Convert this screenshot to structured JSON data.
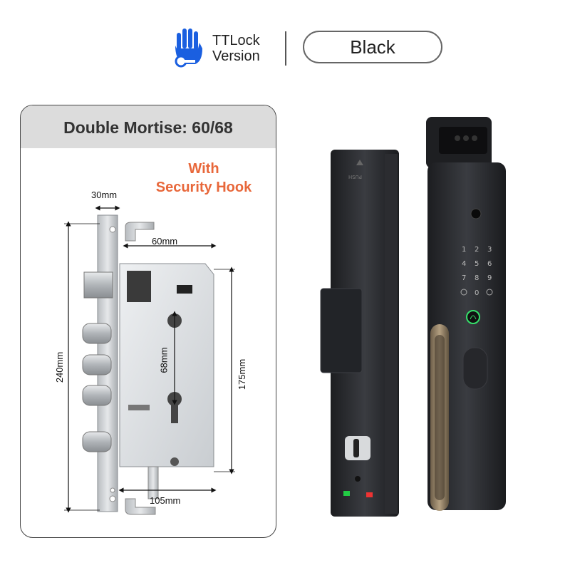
{
  "header": {
    "brand_line1": "TTLock",
    "brand_line2": "Version",
    "color_option": "Black",
    "accent_color": "#1a5fe0"
  },
  "spec_card": {
    "title": "Double Mortise: 60/68",
    "feature_line1": "With",
    "feature_line2": "Security Hook",
    "feature_color": "#e8673a"
  },
  "dimensions": {
    "faceplate_width": "30mm",
    "backset": "60mm",
    "center_distance": "68mm",
    "total_height": "240mm",
    "case_height": "175mm",
    "case_width": "105mm"
  },
  "product": {
    "push_label": "PUSH",
    "keypad_keys": [
      "1",
      "2",
      "3",
      "4",
      "5",
      "6",
      "7",
      "8",
      "9",
      "0"
    ]
  }
}
